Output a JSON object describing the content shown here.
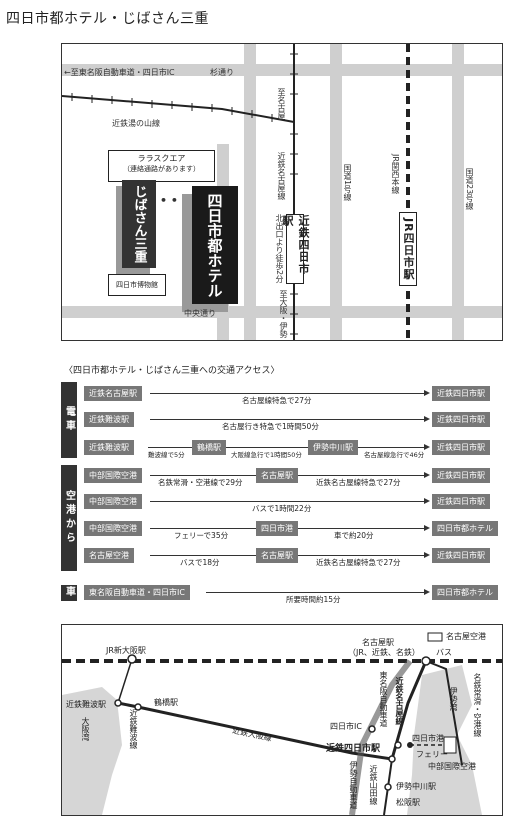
{
  "title": "四日市都ホテル・じばさん三重",
  "map": {
    "highway_label": "←至東名阪自動車道・四日市IC",
    "yunagare_label": "杉通り",
    "kintetsu_yunoyama": "近鉄湯の山線",
    "to_nagoya": "至名古屋",
    "kintetsu_nagoya_line": "近鉄名古屋線",
    "national_route_1": "国道1号線",
    "jr_kansai_line": "JR関西本線",
    "national_route_23": "国道23号線",
    "lalasquare": "ララスクエア",
    "connecting_passage": "（連絡通路があります）",
    "jibasan": "じばさん三重",
    "hotel": "四日市都ホテル",
    "museum": "四日市博物館",
    "kitaguchi": "北出口より徒歩2分",
    "kintetsu_station": "近鉄四日市駅",
    "jr_station": "JR四日市駅",
    "to_osaka": "至大阪・伊勢",
    "chuo_dori": "中央通り"
  },
  "access": {
    "section_title": "〈四日市都ホテル・じばさん三重への交通アクセス〉",
    "train_label": "電車",
    "air_label": "空港から",
    "car_label": "車",
    "rows": [
      {
        "from": "近鉄名古屋駅",
        "mid": "名古屋線特急で27分",
        "to": "近鉄四日市駅"
      },
      {
        "from": "近鉄難波駅",
        "mid": "名古屋行き特急で1時間50分",
        "to": "近鉄四日市駅"
      },
      {
        "from": "近鉄難波駅",
        "seg1": "難波線で5分",
        "stop1": "鶴橋駅",
        "seg2": "大阪線急行で1時間50分",
        "stop2": "伊勢中川駅",
        "seg3": "名古屋線急行で46分",
        "to": "近鉄四日市駅"
      },
      {
        "from": "中部国際空港",
        "seg1": "名鉄常滑・空港線で29分",
        "stop1": "名古屋駅",
        "seg2": "近鉄名古屋線特急で27分",
        "to": "近鉄四日市駅"
      },
      {
        "from": "中部国際空港",
        "mid": "バスで1時間22分",
        "to": "近鉄四日市駅"
      },
      {
        "from": "中部国際空港",
        "seg1": "フェリーで35分",
        "stop1": "四日市港",
        "seg2": "車で約20分",
        "to": "四日市都ホテル"
      },
      {
        "from": "名古屋空港",
        "seg1": "バスで18分",
        "stop1": "名古屋駅",
        "seg2": "近鉄名古屋線特急で27分",
        "to": "近鉄四日市駅"
      },
      {
        "from": "東名阪自動車道・四日市IC",
        "mid": "所要時間約15分",
        "to": "四日市都ホテル"
      }
    ]
  },
  "route": {
    "nagoya_airport": "名古屋空港",
    "jr_shin_osaka": "JR新大阪駅",
    "nagoya_station": "名古屋駅",
    "nagoya_sub": "（JR、近鉄、名鉄）",
    "bus": "バス",
    "meitetsu_line": "名鉄常滑・空港線",
    "kintetsu_nagoya": "近鉄名古屋線",
    "higashi_meihan": "東名阪自動車道",
    "ise_bay": "伊勢湾",
    "namba": "近鉄難波駅",
    "osaka_bay": "大阪湾",
    "namba_line": "近鉄難波線",
    "tsuruhashi": "鶴橋駅",
    "osaka_line": "近鉄大阪線",
    "yokkaichi_ic": "四日市IC",
    "yokkaichi_port": "四日市港",
    "kintetsu_yokkaichi": "近鉄四日市駅",
    "ferry": "フェリー",
    "centrair": "中部国際空港",
    "ise_nakagawa": "伊勢中川駅",
    "ise_expressway": "伊勢自動車道",
    "kintetsu_yamada": "近鉄山田線",
    "matsusaka": "松阪駅"
  }
}
